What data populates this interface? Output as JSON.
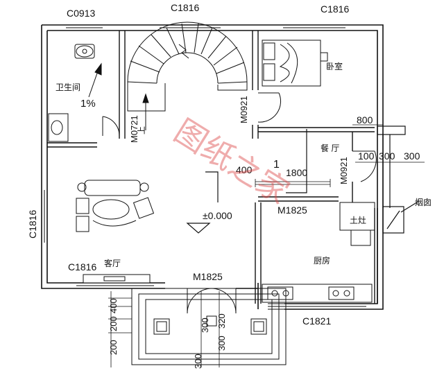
{
  "windows": {
    "c0913": "C0913",
    "c1816_top_center": "C1816",
    "c1816_top_right": "C1816",
    "c1816_left": "C1816",
    "c1816_living": "C1816",
    "c1821": "C1821"
  },
  "doors": {
    "m0721": "M0721",
    "m0921_bedroom": "M0921",
    "m0921_dining": "M0921",
    "m1825_kitchen": "M1825",
    "m1825_main": "M1825"
  },
  "rooms": {
    "bathroom": "卫生间",
    "bedroom": "卧室",
    "dining": "餐 厅",
    "living": "客厅",
    "kitchen": "厨房",
    "stove": "土灶",
    "chimney": "烟囱"
  },
  "annotations": {
    "slope": "1%",
    "stair_up": "上",
    "elevation": "±0.000",
    "stair_index": "1",
    "watermark": "图纸之家"
  },
  "dimensions": {
    "d800": "800",
    "d100": "100",
    "d300a": "300",
    "d300b": "300",
    "d400": "400",
    "d1800": "1800",
    "step_400": "400",
    "step_200a": "200",
    "step_200b": "200",
    "step_300a": "300",
    "step_300b": "300",
    "step_320": "320",
    "step_300_bottom": "300"
  }
}
